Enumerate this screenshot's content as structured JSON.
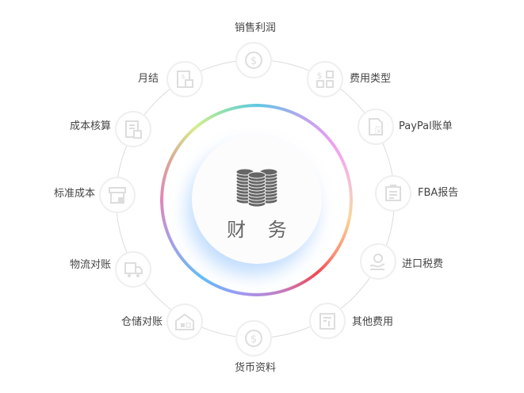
{
  "center": {
    "title": "财 务",
    "icon": "coins-stack-icon"
  },
  "nodes": [
    {
      "label": "销售利润",
      "icon": "dollar-coin-icon"
    },
    {
      "label": "费用类型",
      "icon": "dollar-grid-icon"
    },
    {
      "label": "PayPal账单",
      "icon": "yen-document-icon"
    },
    {
      "label": "FBA报告",
      "icon": "report-icon"
    },
    {
      "label": "进口税费",
      "icon": "tax-hand-icon"
    },
    {
      "label": "其他费用",
      "icon": "expense-document-icon"
    },
    {
      "label": "货币资料",
      "icon": "dollar-coin-icon"
    },
    {
      "label": "仓储对账",
      "icon": "warehouse-icon"
    },
    {
      "label": "物流对账",
      "icon": "truck-icon"
    },
    {
      "label": "标准成本",
      "icon": "box-icon"
    },
    {
      "label": "成本核算",
      "icon": "calculator-document-icon"
    },
    {
      "label": "月结",
      "icon": "monthly-statement-icon"
    }
  ]
}
